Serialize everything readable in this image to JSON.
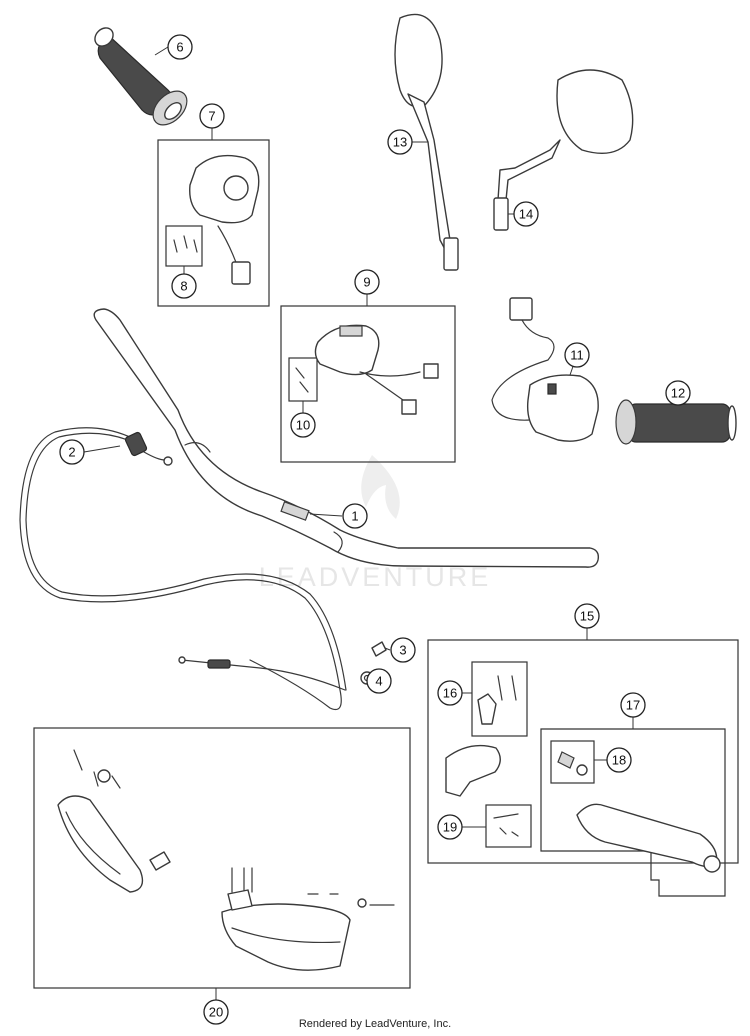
{
  "diagram": {
    "callouts": [
      "1",
      "2",
      "3",
      "4",
      "6",
      "7",
      "8",
      "9",
      "10",
      "11",
      "12",
      "13",
      "14",
      "15",
      "16",
      "17",
      "18",
      "19",
      "20"
    ],
    "watermark": "LEADVENTURE"
  },
  "footer": {
    "text": "Rendered by LeadVenture, Inc."
  },
  "colors": {
    "line": "#3a3a3a",
    "grip": "#4a4a4a",
    "watermark": "#e6e6e6"
  }
}
